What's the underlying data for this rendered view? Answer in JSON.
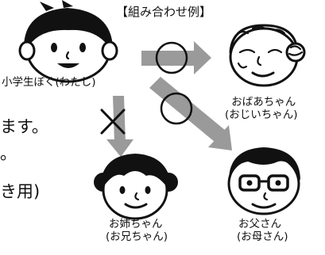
{
  "title": "【組み合わせ例】",
  "people": {
    "me": "小学生ぼく(わたし)",
    "grandparent": [
      "おばあちゃん",
      "(おじいちゃん)"
    ],
    "sibling": [
      "お姉ちゃん",
      "(お兄ちゃん)"
    ],
    "parent": [
      "お父さん",
      "(お母さん)"
    ]
  },
  "marks": {
    "ok": "○",
    "ng": "×"
  },
  "side_text": [
    "ます。",
    "。",
    "き用)"
  ]
}
